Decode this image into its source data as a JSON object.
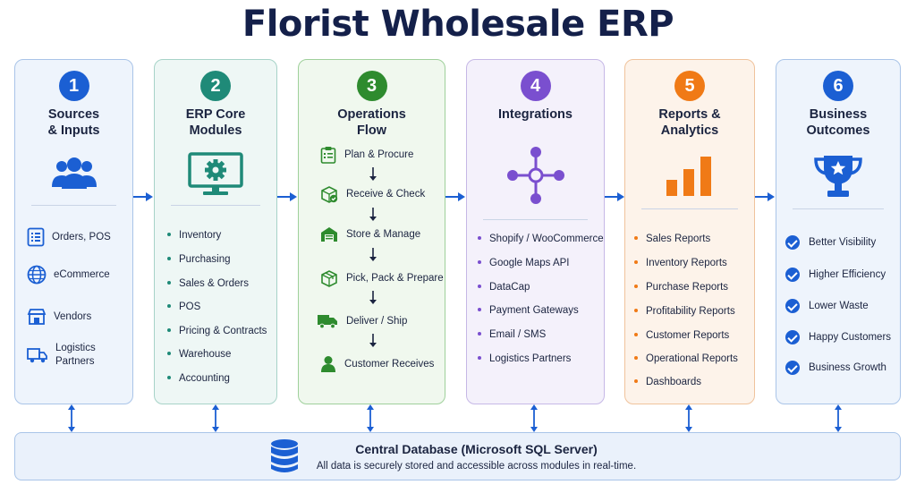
{
  "title": "Florist Wholesale ERP",
  "columns": [
    {
      "number": "1",
      "heading": "Sources\n& Inputs",
      "icon": "users-icon",
      "items": [
        "Orders, POS",
        "eCommerce",
        "Vendors",
        "Logistics\nPartners"
      ],
      "item_icons": [
        "orders-list-icon",
        "globe-icon",
        "store-icon",
        "truck-icon"
      ],
      "color": "#1b5fd3"
    },
    {
      "number": "2",
      "heading": "ERP Core\nModules",
      "icon": "monitor-gear-icon",
      "items": [
        "Inventory",
        "Purchasing",
        "Sales & Orders",
        "POS",
        "Pricing & Contracts",
        "Warehouse",
        "Accounting"
      ],
      "color": "#1f8a78"
    },
    {
      "number": "3",
      "heading": "Operations\nFlow",
      "icon": "",
      "items": [
        "Plan & Procure",
        "Receive & Check",
        "Store & Manage",
        "Pick, Pack & Prepare",
        "Deliver / Ship",
        "Customer Receives"
      ],
      "item_icons": [
        "clipboard-icon",
        "box-check-icon",
        "warehouse-icon",
        "package-icon",
        "delivery-truck-icon",
        "person-icon"
      ],
      "color": "#2e8b2e"
    },
    {
      "number": "4",
      "heading": "Integrations",
      "icon": "network-hub-icon",
      "items": [
        "Shopify / WooCommerce",
        "Google Maps API",
        "DataCap",
        "Payment Gateways",
        "Email / SMS",
        "Logistics Partners"
      ],
      "color": "#7a4fcf"
    },
    {
      "number": "5",
      "heading": "Reports &\nAnalytics",
      "icon": "bar-chart-icon",
      "items": [
        "Sales Reports",
        "Inventory Reports",
        "Purchase Reports",
        "Profitability Reports",
        "Customer Reports",
        "Operational Reports",
        "Dashboards"
      ],
      "color": "#f07a16"
    },
    {
      "number": "6",
      "heading": "Business\nOutcomes",
      "icon": "trophy-icon",
      "items": [
        "Better Visibility",
        "Higher Efficiency",
        "Lower Waste",
        "Happy Customers",
        "Business Growth"
      ],
      "color": "#1b5fd3"
    }
  ],
  "database": {
    "title": "Central Database (Microsoft SQL Server)",
    "subtitle": "All data is securely stored and accessible across modules in real-time.",
    "icon": "database-icon"
  }
}
